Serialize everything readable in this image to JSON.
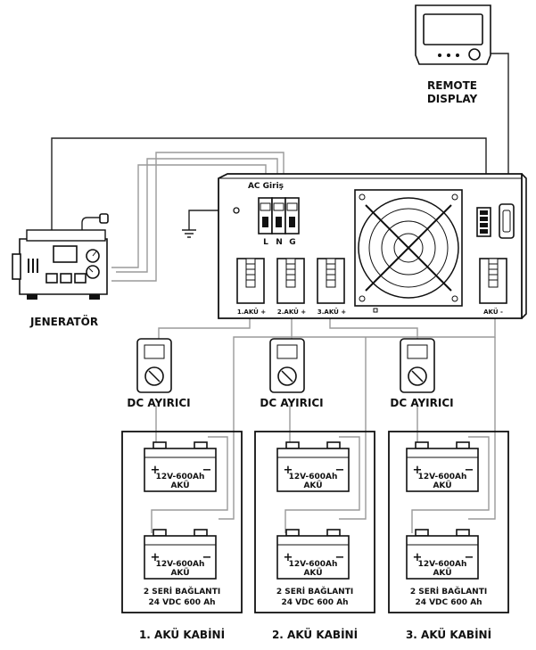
{
  "remote_display": {
    "line1": "REMOTE",
    "line2": "DISPLAY"
  },
  "inverter": {
    "ac_input_label": "AC Giriş",
    "breakers": [
      "L",
      "N",
      "G"
    ],
    "terminals": [
      "1.AKÜ +",
      "2.AKÜ +",
      "3.AKÜ +",
      "AKÜ -"
    ]
  },
  "generator": {
    "label": "JENERATÖR"
  },
  "disconnectors": [
    {
      "label": "DC AYIRICI"
    },
    {
      "label": "DC AYIRICI"
    },
    {
      "label": "DC AYIRICI"
    }
  ],
  "cabinets": [
    {
      "battery_top": {
        "line1": "12V-600Ah",
        "line2": "AKÜ"
      },
      "battery_bottom": {
        "line1": "12V-600Ah",
        "line2": "AKÜ"
      },
      "connection_line1": "2 SERİ BAĞLANTI",
      "connection_line2": "24 VDC 600 Ah",
      "title": "1. AKÜ KABİNİ"
    },
    {
      "battery_top": {
        "line1": "12V-600Ah",
        "line2": "AKÜ"
      },
      "battery_bottom": {
        "line1": "12V-600Ah",
        "line2": "AKÜ"
      },
      "connection_line1": "2 SERİ BAĞLANTI",
      "connection_line2": "24 VDC 600 Ah",
      "title": "2. AKÜ KABİNİ"
    },
    {
      "battery_top": {
        "line1": "12V-600Ah",
        "line2": "AKÜ"
      },
      "battery_bottom": {
        "line1": "12V-600Ah",
        "line2": "AKÜ"
      },
      "connection_line1": "2 SERİ BAĞLANTI",
      "connection_line2": "24 VDC 600 Ah",
      "title": "3. AKÜ KABİNİ"
    }
  ],
  "battery_polarity": {
    "plus": "+",
    "minus": "−"
  }
}
